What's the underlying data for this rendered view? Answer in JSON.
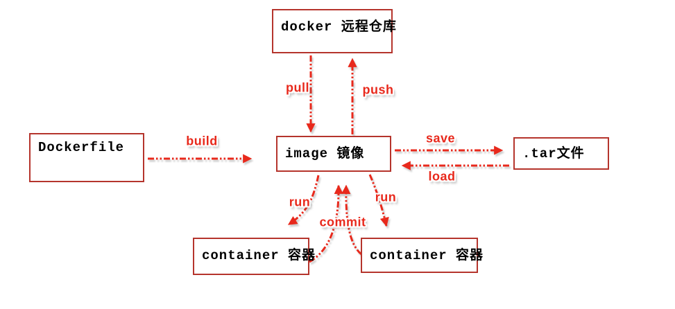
{
  "diagram": {
    "description": "Docker image lifecycle diagram",
    "colors": {
      "background": "#ffffff",
      "box_border": "#b5342c",
      "box_fill": "#ffffff",
      "box_text": "#000000",
      "arrow": "#e8291c",
      "label_text": "#e8291c",
      "label_outline": "#ffffff"
    },
    "nodes": {
      "registry": {
        "label": "docker 远程仓库"
      },
      "dockerfile": {
        "label": "Dockerfile"
      },
      "image": {
        "label": "image 镜像"
      },
      "tar": {
        "label": ".tar文件"
      },
      "container_left": {
        "label": "container 容器"
      },
      "container_right": {
        "label": "container 容器"
      }
    },
    "edges": {
      "pull": {
        "label": "pull",
        "from": "registry",
        "to": "image",
        "style": "dash-dot"
      },
      "push": {
        "label": "push",
        "from": "image",
        "to": "registry",
        "style": "dash-dot"
      },
      "build": {
        "label": "build",
        "from": "dockerfile",
        "to": "image",
        "style": "dash-dot"
      },
      "save": {
        "label": "save",
        "from": "image",
        "to": "tar",
        "style": "dash-dot"
      },
      "load": {
        "label": "load",
        "from": "tar",
        "to": "image",
        "style": "dash-dot"
      },
      "run_left": {
        "label": "run",
        "from": "image",
        "to": "container_left",
        "style": "dash-dot curved"
      },
      "run_right": {
        "label": "run",
        "from": "image",
        "to": "container_right",
        "style": "dash-dot curved"
      },
      "commit_left": {
        "label": "commit",
        "from": "container_left",
        "to": "image",
        "style": "dash-dot curved"
      },
      "commit_right": {
        "label": "commit",
        "from": "container_right",
        "to": "image",
        "style": "dash-dot curved"
      }
    }
  }
}
